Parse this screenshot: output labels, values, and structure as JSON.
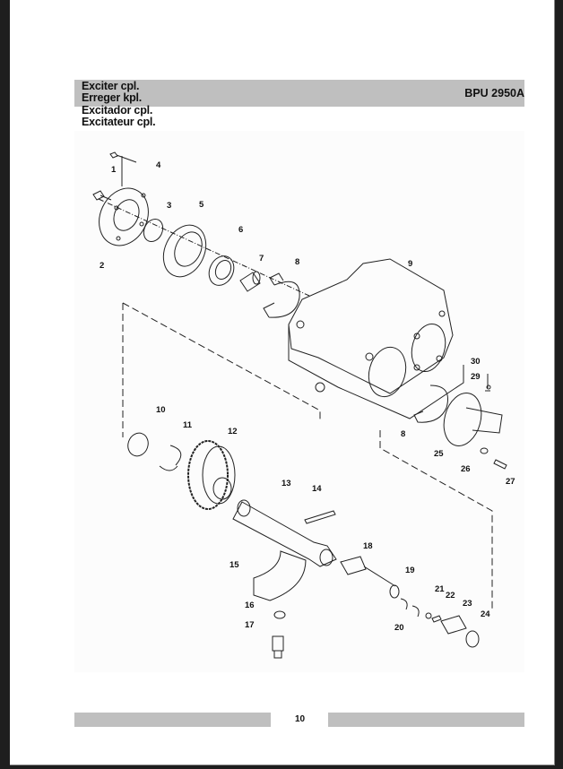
{
  "header": {
    "titles": [
      "Exciter cpl.",
      "Erreger kpl.",
      "Excitador cpl.",
      "Excitateur cpl."
    ],
    "model": "BPU 2950A"
  },
  "diagram": {
    "callouts": [
      "1",
      "4",
      "3",
      "5",
      "2",
      "6",
      "7",
      "8",
      "9",
      "30",
      "29",
      "10",
      "11",
      "12",
      "8",
      "25",
      "26",
      "27",
      "13",
      "14",
      "18",
      "15",
      "19",
      "21",
      "22",
      "23",
      "24",
      "16",
      "20",
      "17"
    ]
  },
  "footer": {
    "page_number": "10"
  }
}
